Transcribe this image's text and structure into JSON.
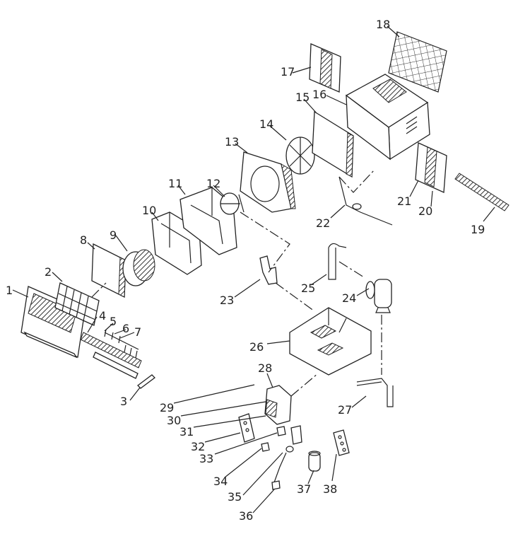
{
  "labels": {
    "p1": "1",
    "p2": "2",
    "p3": "3",
    "p4": "4",
    "p5": "5",
    "p6": "6",
    "p7": "7",
    "p8": "8",
    "p9": "9",
    "p10": "10",
    "p11": "11",
    "p12": "12",
    "p13": "13",
    "p14": "14",
    "p15": "15",
    "p16": "16",
    "p17": "17",
    "p18": "18",
    "p19": "19",
    "p20": "20",
    "p21": "21",
    "p22": "22",
    "p23": "23",
    "p24": "24",
    "p25": "25",
    "p26": "26",
    "p27": "27",
    "p28": "28",
    "p29": "29",
    "p30": "30",
    "p31": "31",
    "p32": "32",
    "p33": "33",
    "p34": "34",
    "p35": "35",
    "p36": "36",
    "p37": "37",
    "p38": "38"
  }
}
